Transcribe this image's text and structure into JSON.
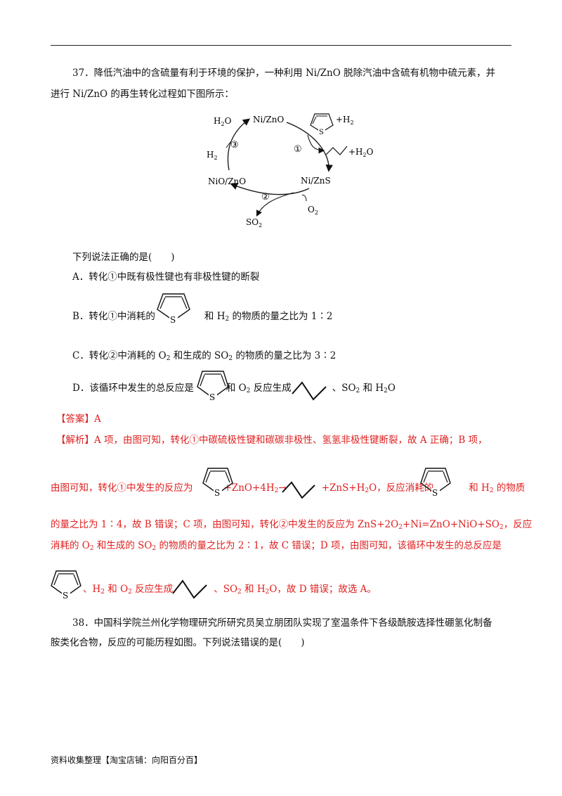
{
  "q37": {
    "line1": "37．降低汽油中的含硫量有利于环境的保护，一种利用 Ni/ZnO 脱除汽油中含硫有机物中硫元素，并",
    "line2": "进行 Ni/ZnO 的再生转化过程如下图所示：",
    "diagram": {
      "nizno": "Ni/ZnO",
      "h2o": "H",
      "h2o_2": "2",
      "h2o_o": "O",
      "h2": "H",
      "h2_2": "2",
      "c3": "③",
      "niozno": "NiO/ZnO",
      "c1": "①",
      "plus_h2": "+H",
      "plus_h2_2": "2",
      "plus_h2o": "+H",
      "plus_h2o_2": "2",
      "plus_h2o_o": "O",
      "nizns": "Ni/ZnS",
      "c2": "②",
      "o2": "O",
      "o2_2": "2",
      "so2": "SO",
      "so2_2": "2",
      "s": "S"
    },
    "prompt": "下列说法正确的是(　　)",
    "optA": "A．转化①中既有极性键也有非极性键的断裂",
    "optB_a": "B．转化①中消耗的",
    "optB_b": "和 H",
    "optB_sub": "2",
    "optB_c": " 的物质的量之比为 1∶2",
    "optC_a": "C．转化②中消耗的 O",
    "optC_sub1": "2",
    "optC_b": " 和生成的 SO",
    "optC_sub2": "2",
    "optC_c": " 的物质的量之比为 3∶2",
    "optD_a": "D．该循环中发生的总反应是",
    "optD_b": "和 O",
    "optD_sub1": "2",
    "optD_c": " 反应生成",
    "optD_d": "、SO",
    "optD_sub2": "2",
    "optD_e": " 和 H",
    "optD_sub3": "2",
    "optD_f": "O"
  },
  "answer": {
    "label": "【答案】A",
    "e1": "【解析】A 项，由图可知，转化①中碳硫极性键和碳碳非极性、氢氢非极性键断裂，故 A 正确；B 项，",
    "e2a": "由图可知，转化①中发生的反应为",
    "e2b": "+ZnO+4H",
    "e2b_sub": "2",
    "e2c": "→",
    "e2d": "+ZnS+H",
    "e2d_sub": "2",
    "e2e": "O，反应消耗的",
    "e2f": "和 H",
    "e2f_sub": "2",
    "e2g": " 的物质",
    "e3a": "的量之比为 1∶4，故 B 错误；C 项，由图可知，转化②中发生的反应为 ZnS+2O",
    "e3_sub1": "2",
    "e3b": "+Ni=ZnO+NiO+SO",
    "e3_sub2": "2",
    "e3c": "，反应",
    "e4a": "消耗的 O",
    "e4_sub1": "2",
    "e4b": " 和生成的 SO",
    "e4_sub2": "2",
    "e4c": " 的物质的量之比为 2∶1，故 C 错误；D 项，由图可知，该循环中发生的总反应是",
    "e5a": "、H",
    "e5_sub1": "2",
    "e5b": " 和 O",
    "e5_sub2": "2",
    "e5c": " 反应生成",
    "e5d": "、SO",
    "e5_sub3": "2",
    "e5e": " 和 H",
    "e5_sub4": "2",
    "e5f": "O，故 D 错误；故选 A。",
    "s": "S"
  },
  "q38": {
    "line1": "38．中国科学院兰州化学物理研究所研究员吴立朋团队实现了室温条件下各级酰胺选择性硼氢化制备",
    "line2": "胺类化合物，反应的可能历程如图。下列说法错误的是(　　)"
  },
  "footer": "资料收集整理【淘宝店铺：向阳百分百】"
}
